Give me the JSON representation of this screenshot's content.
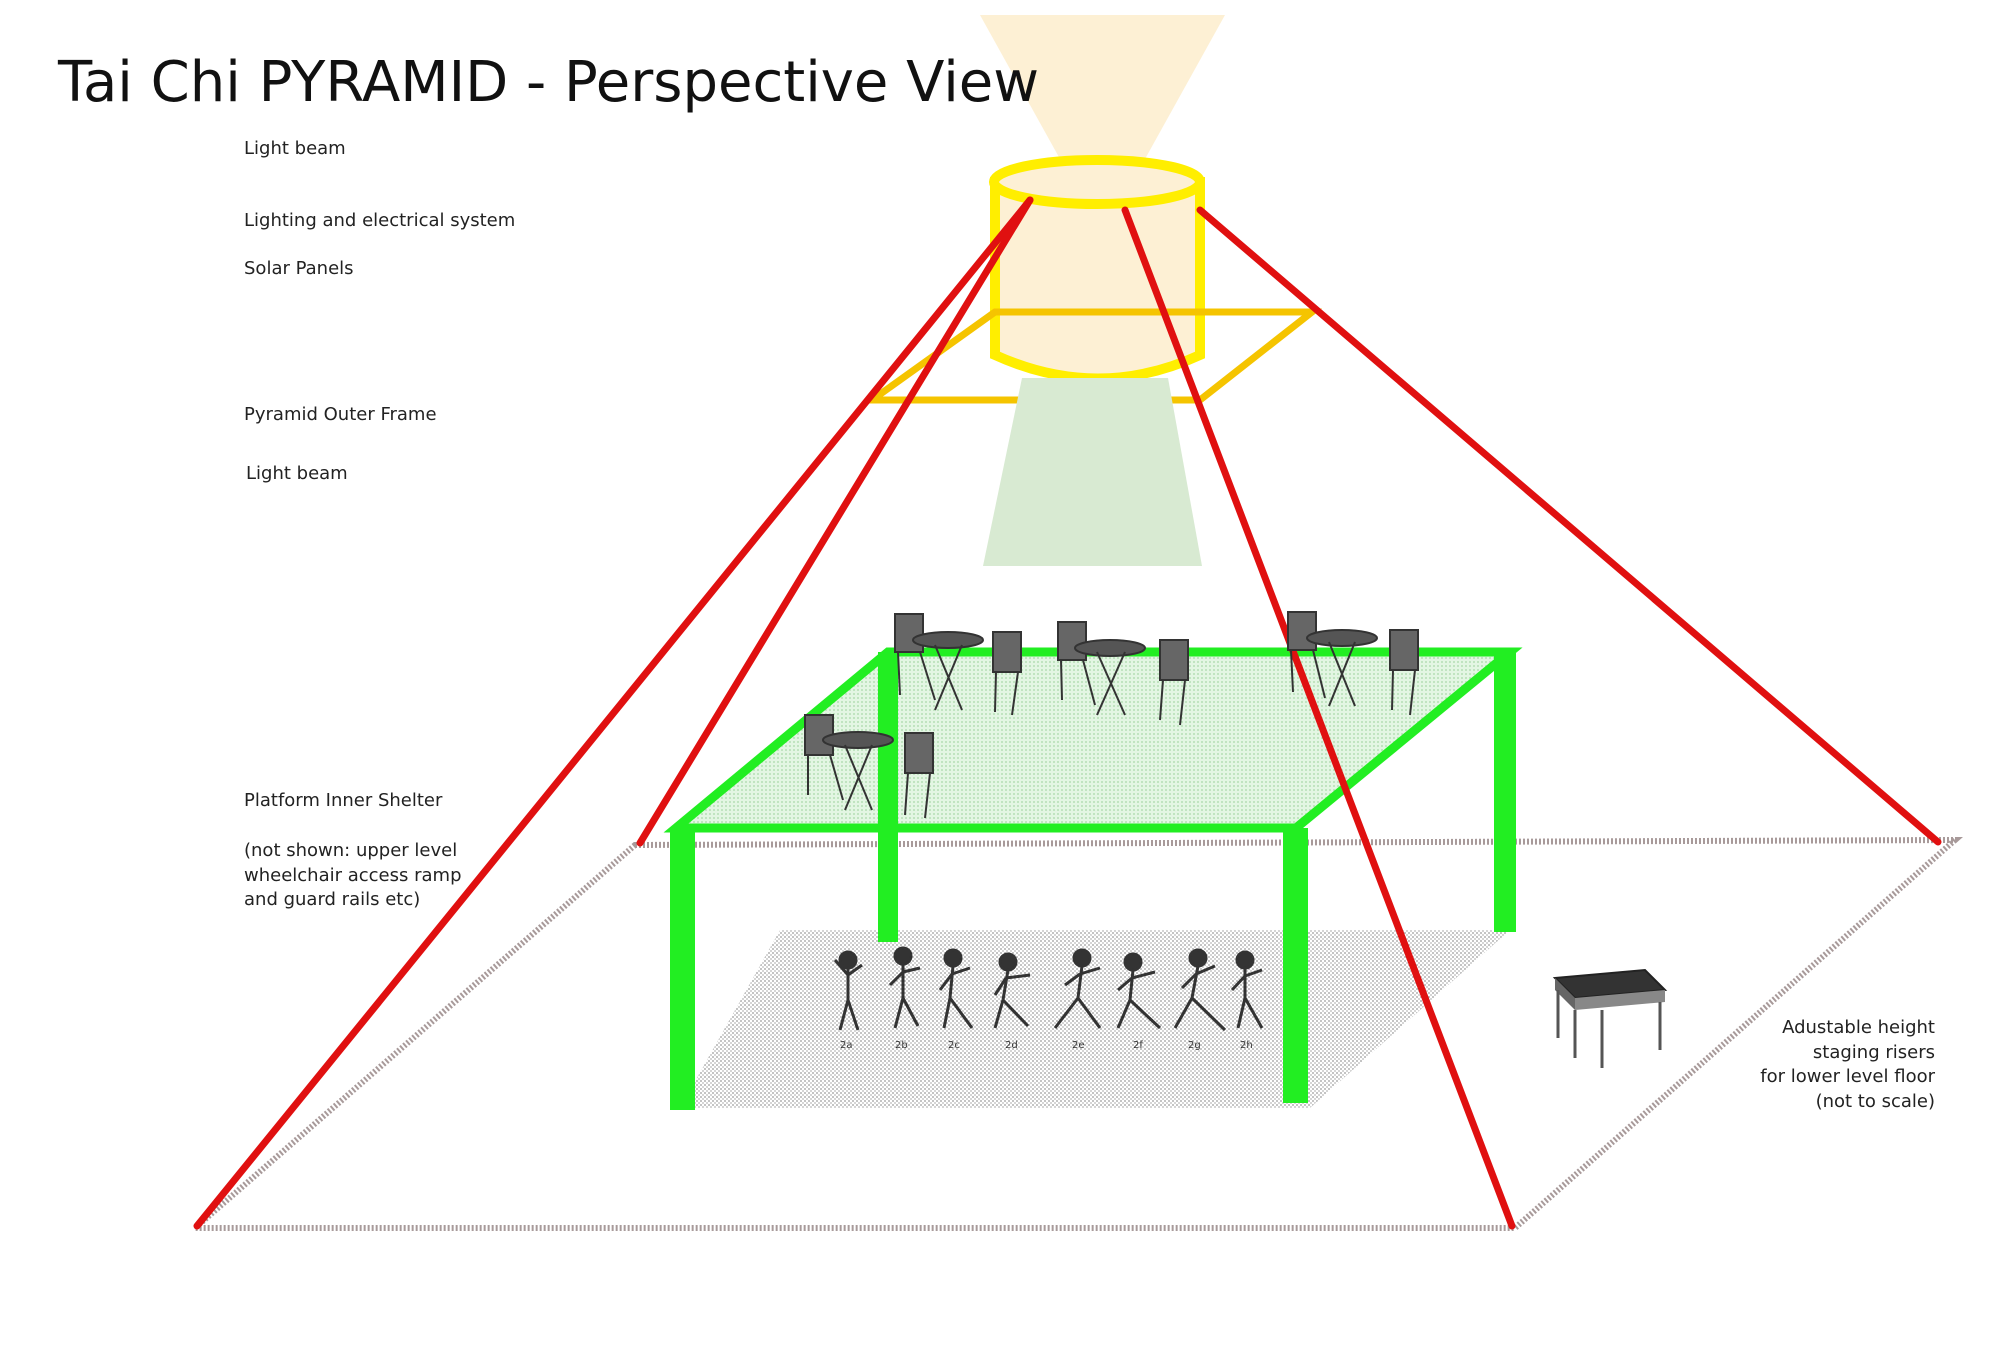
{
  "title": "Tai Chi PYRAMID - Perspective View",
  "labels": {
    "light_beam_top": "Light beam",
    "lighting": "Lighting and electrical system",
    "solar_panels": "Solar Panels",
    "outer_frame": "Pyramid Outer Frame",
    "light_beam_lower": "Light beam",
    "inner_shelter": "Platform Inner Shelter",
    "not_shown_1": "(not shown: upper level",
    "not_shown_2": "wheelchair access ramp",
    "not_shown_3": "and guard rails etc)",
    "risers_1": "Adustable height",
    "risers_2": "staging risers",
    "risers_3": "for lower level floor",
    "risers_4": "(not to scale)"
  },
  "figure_captions": [
    "2a",
    "2b",
    "2c",
    "2d",
    "2e",
    "2f",
    "2g",
    "2h"
  ],
  "colors": {
    "frame": "#e01010",
    "shelter": "#22ee22",
    "solar": "#f5c400",
    "lighting_ring": "#ffee00",
    "beam_top": "#fdf0d4",
    "beam_lower": "#d8ead2",
    "floor_border": "#a89a9a"
  }
}
